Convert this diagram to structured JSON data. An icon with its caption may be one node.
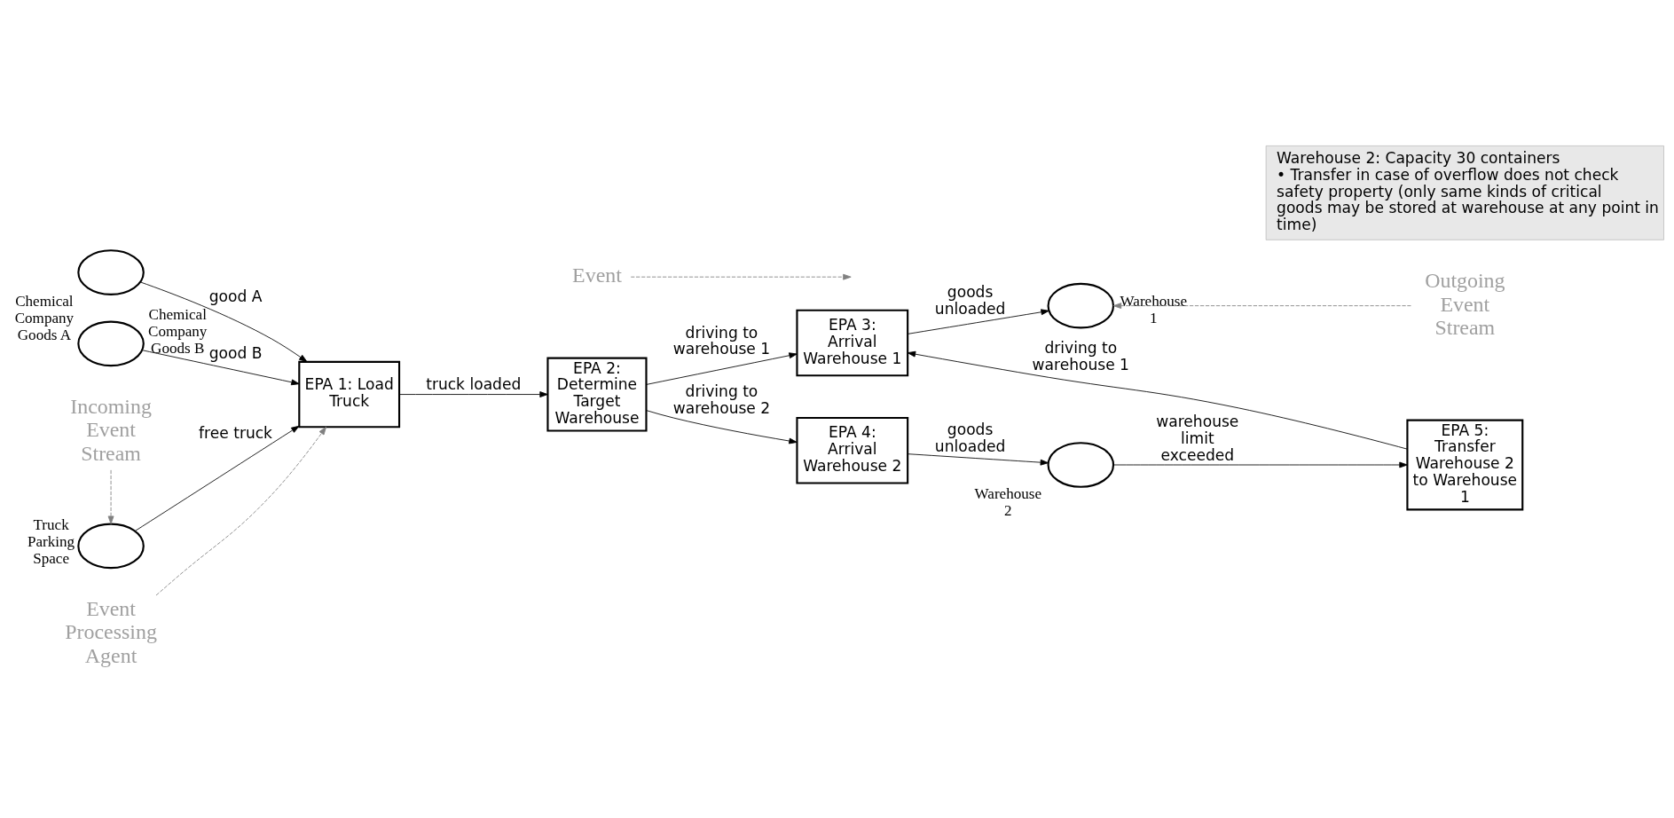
{
  "diagram": {
    "nodes": [
      {
        "text": [
          "EPA 1: Load Truck"
        ]
      },
      {
        "text": [
          "EPA 2: Determine Target Warehouse"
        ]
      },
      {
        "text": [
          "EPA 3: Arrival Warehouse 1"
        ]
      },
      {
        "text": [
          "EPA 4: Arrival Warehouse 2"
        ]
      },
      {
        "text": [
          "EPA 5: Transfer Warehouse 2 to Warehouse 1"
        ]
      },
      {
        "text": [],
        "shape": "circle",
        "beside": [
          "Warehouse 1"
        ]
      },
      {
        "text": [],
        "shape": "circle",
        "beside": [
          "Warehouse 2"
        ]
      },
      {
        "text": [],
        "shape": "circle",
        "beside": [
          "Chemical Company Goods A"
        ]
      },
      {
        "text": [],
        "shape": "circle",
        "beside": [
          "Chemical Company Goods B"
        ]
      },
      {
        "text": [],
        "shape": "circle",
        "beside": [
          "Truck Parking Space"
        ]
      },
      {
        "text": [
          "Event Processing Agent"
        ]
      },
      {
        "text": [
          "Event"
        ]
      },
      {
        "text": [
          "Outgoing Event Stream"
        ]
      },
      {
        "text": [
          "Incoming Event Stream"
        ]
      },
      {
        "text": [
          "Warehouse 2: Capacity 30 containers",
          "• Transfer in case of overflow does not check safety property (only same kinds of critical goods may be stored at warehouse at any point in time)"
        ]
      }
    ],
    "edges": [
      {
        "from": 7,
        "to": 0,
        "arrow": "to",
        "label": "good A"
      },
      {
        "from": 8,
        "to": 0,
        "arrow": "to",
        "label": "good B"
      },
      {
        "from": 9,
        "to": 0,
        "arrow": "to",
        "label": "free truck"
      },
      {
        "from": 0,
        "to": 1,
        "arrow": "to",
        "label": "truck loaded"
      },
      {
        "from": 1,
        "to": 2,
        "arrow": "to",
        "label": "driving to warehouse 1"
      },
      {
        "from": 1,
        "to": 3,
        "arrow": "to",
        "label": "driving to warehouse 2"
      },
      {
        "from": 2,
        "to": 5,
        "arrow": "to",
        "label": "goods unloaded"
      },
      {
        "from": 3,
        "to": 6,
        "arrow": "to",
        "label": "goods unloaded"
      },
      {
        "from": 6,
        "to": 4,
        "arrow": "to",
        "label": "warehouse limit exceeded"
      },
      {
        "from": 4,
        "to": 2,
        "arrow": "to",
        "label": "driving to warehouse 1"
      },
      {
        "from": 10,
        "to": 0,
        "arrow": "to",
        "style": "dashed",
        "color": "#808080"
      },
      {
        "from": 11,
        "to": null,
        "arrow": "to",
        "style": "dashed",
        "color": "#808080"
      },
      {
        "from": 12,
        "to": 5,
        "arrow": "to",
        "style": "dashed",
        "color": "#808080"
      },
      {
        "from": 13,
        "to": 9,
        "arrow": "to",
        "style": "dashed",
        "color": "#808080"
      }
    ]
  }
}
